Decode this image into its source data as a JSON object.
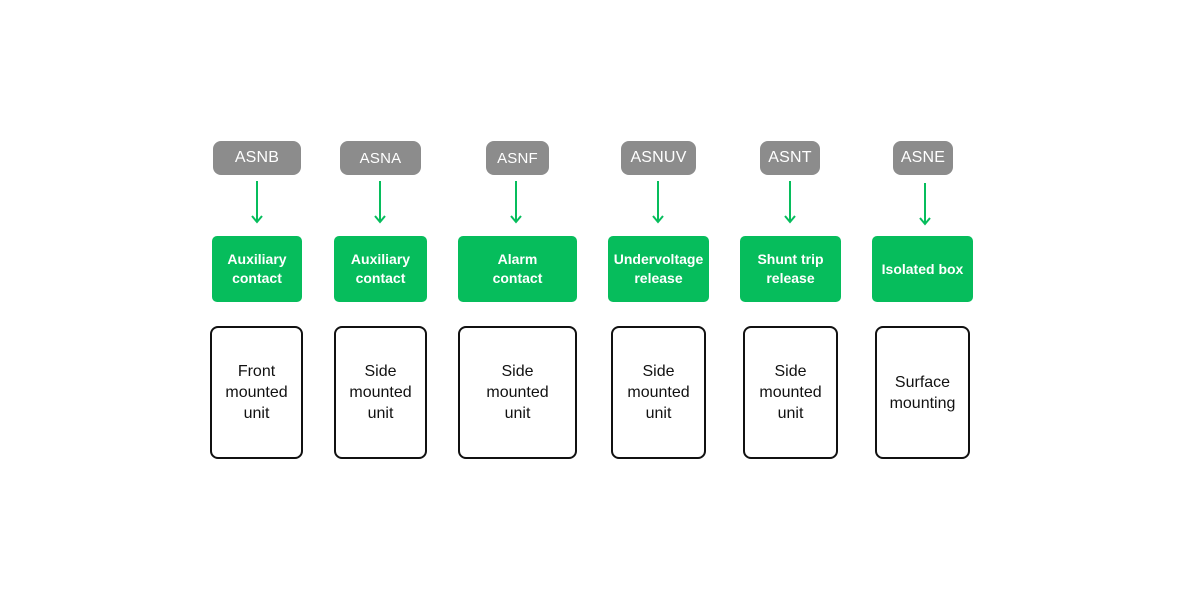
{
  "colors": {
    "accent_green": "#06bd5c",
    "code_gray": "#8c8c8c",
    "border": "#111111"
  },
  "columns": [
    {
      "code": "ASNB",
      "function": "Auxiliary\ncontact",
      "mounting": "Front\nmounted\nunit"
    },
    {
      "code": "ASNA",
      "function": "Auxiliary\ncontact",
      "mounting": "Side\nmounted\nunit"
    },
    {
      "code": "ASNF",
      "function": "Alarm\ncontact",
      "mounting": "Side\nmounted\nunit"
    },
    {
      "code": "ASNUV",
      "function": "Undervoltage\nrelease",
      "mounting": "Side\nmounted\nunit"
    },
    {
      "code": "ASNT",
      "function": "Shunt trip\nrelease",
      "mounting": "Side\nmounted\nunit"
    },
    {
      "code": "ASNE",
      "function": "Isolated box",
      "mounting": "Surface\nmounting"
    }
  ]
}
